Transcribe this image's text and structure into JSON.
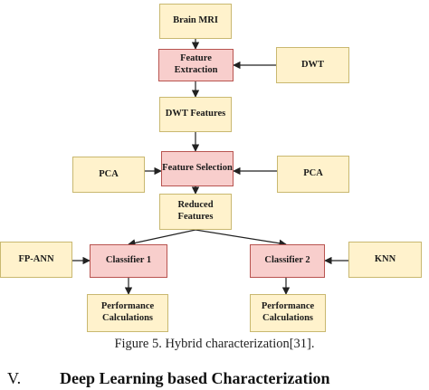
{
  "nodes": {
    "brain_mri": "Brain MRI",
    "feature_extraction": "Feature Extraction",
    "dwt": "DWT",
    "dwt_features": "DWT Features",
    "feature_selection": "Feature Selection",
    "pca_left": "PCA",
    "pca_right": "PCA",
    "reduced_features": "Reduced Features",
    "fp_ann": "FP-ANN",
    "classifier_1": "Classifier 1",
    "classifier_2": "Classifier 2",
    "knn": "KNN",
    "performance_1": "Performance Calculations",
    "performance_2": "Performance Calculations"
  },
  "caption": "Figure 5. Hybrid characterization[31].",
  "section_heading": {
    "number": "V.",
    "title": "Deep Learning based Characterization"
  },
  "colors": {
    "process_fill": "#fff2cc",
    "process_border": "#c9b870",
    "highlight_fill": "#f8cecc",
    "highlight_border": "#b85450",
    "edge": "#222222"
  }
}
